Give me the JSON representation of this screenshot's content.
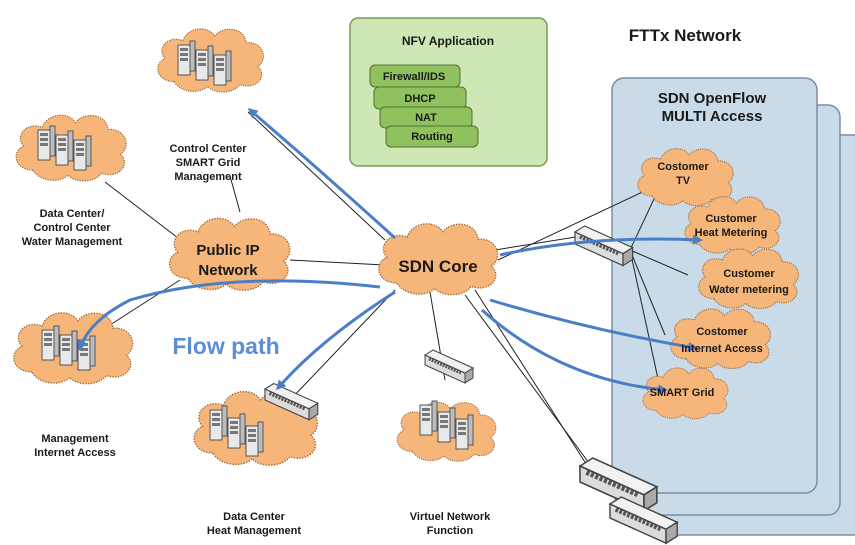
{
  "colors": {
    "cloud_fill": "#f6b67a",
    "cloud_stroke": "#9a6a3a",
    "panel_fill": "#c9dbe9",
    "panel_stroke": "#7a8ea6",
    "nfv_fill": "#cfe6b5",
    "nfv_stroke": "#7a9a55",
    "nfv_item_fill": "#8fc15e",
    "flow_arrow": "#4a7fc8",
    "flow_text": "#5b8ed6",
    "link_line": "#222222"
  },
  "fttx_title": "FTTx Network",
  "nfv": {
    "title": "NFV Application",
    "items": [
      "Firewall/IDS",
      "DHCP",
      "NAT",
      "Routing"
    ]
  },
  "sdn_core": "SDN Core",
  "public_ip": [
    "Public IP",
    "Network"
  ],
  "flow_path": "Flow path",
  "openflow": {
    "title": [
      "SDN OpenFlow",
      "MULTI Access"
    ],
    "clouds": [
      [
        "Costomer",
        "TV"
      ],
      [
        "Customer",
        "Heat Metering"
      ],
      [
        "Customer",
        "Water metering"
      ],
      [
        "Costomer",
        "Internet Access"
      ],
      [
        "SMART Grid"
      ]
    ]
  },
  "sites": {
    "control_center": [
      "Control Center",
      "SMART Grid",
      "Management"
    ],
    "data_center_water": [
      "Data Center/",
      "Control Center",
      "Water Management"
    ],
    "management": [
      "Management",
      "Internet Access"
    ],
    "data_center_heat": [
      "Data Center",
      "Heat Management"
    ],
    "vnf": [
      "Virtuel Network",
      "Function"
    ]
  },
  "icons": {
    "server": "server-rack-icon",
    "switch": "network-switch-icon"
  }
}
